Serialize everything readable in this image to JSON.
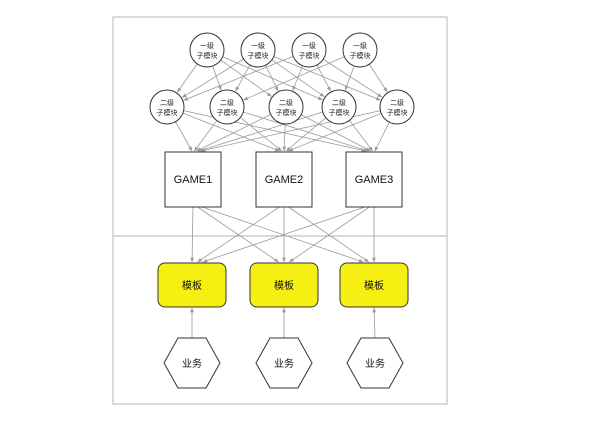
{
  "diagram": {
    "top_modules": [
      {
        "line1": "一级",
        "line2": "子模块"
      },
      {
        "line1": "一级",
        "line2": "子模块"
      },
      {
        "line1": "一级",
        "line2": "子模块"
      },
      {
        "line1": "一级",
        "line2": "子模块"
      }
    ],
    "second_modules": [
      {
        "line1": "二级",
        "line2": "子模块"
      },
      {
        "line1": "二级",
        "line2": "子模块"
      },
      {
        "line1": "二级",
        "line2": "子模块"
      },
      {
        "line1": "二级",
        "line2": "子模块"
      },
      {
        "line1": "二级",
        "line2": "子模块"
      }
    ],
    "games": [
      "GAME1",
      "GAME2",
      "GAME3"
    ],
    "templates": [
      "模板",
      "模板",
      "模板"
    ],
    "business": [
      "业务",
      "业务",
      "业务"
    ],
    "colors": {
      "template_fill": "#f5ef12",
      "edge": "#9a9a9a",
      "frame": "#b5b5b5"
    },
    "edges": {
      "top_to_second": [
        [
          0,
          0
        ],
        [
          0,
          1
        ],
        [
          0,
          2
        ],
        [
          0,
          3
        ],
        [
          1,
          0
        ],
        [
          1,
          1
        ],
        [
          1,
          2
        ],
        [
          1,
          3
        ],
        [
          1,
          4
        ],
        [
          2,
          0
        ],
        [
          2,
          2
        ],
        [
          2,
          3
        ],
        [
          2,
          4
        ],
        [
          3,
          1
        ],
        [
          3,
          3
        ],
        [
          3,
          4
        ]
      ],
      "second_to_game": "all",
      "game_to_template": "all",
      "business_to_template": "same-column"
    }
  }
}
